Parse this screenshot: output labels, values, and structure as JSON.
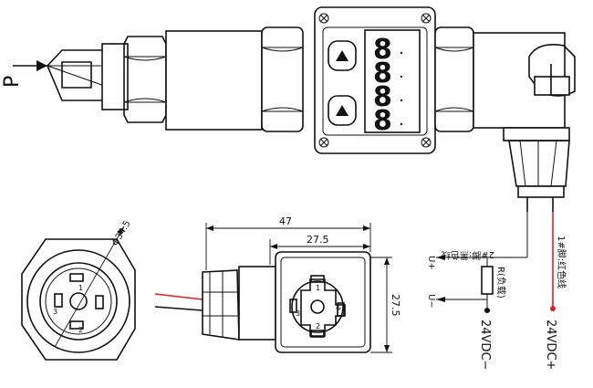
{
  "display": {
    "digits": [
      "8",
      "8",
      "8",
      "8"
    ],
    "dots": [
      "·",
      "·",
      "·",
      "·"
    ]
  },
  "labels": {
    "pressure": "P",
    "diameter": "Φ34.5",
    "dim_width_overall": "47",
    "dim_width_inner": "27.5",
    "dim_height": "27.5",
    "pin_1": "1",
    "pin_2": "2",
    "pin_3": "3",
    "ground_mark": "⏚"
  },
  "wiring": {
    "u_plus": "U+",
    "u_minus": "U−",
    "pin2_label": "2#脚:黑色线",
    "pin1_label": "1#脚:红色线",
    "load_label": "R(负载)",
    "v_minus": "24VDC−",
    "v_plus": "24VDC+"
  },
  "colors": {
    "line": "#111111",
    "red_wire": "#e02020",
    "hatch": "#111111"
  }
}
